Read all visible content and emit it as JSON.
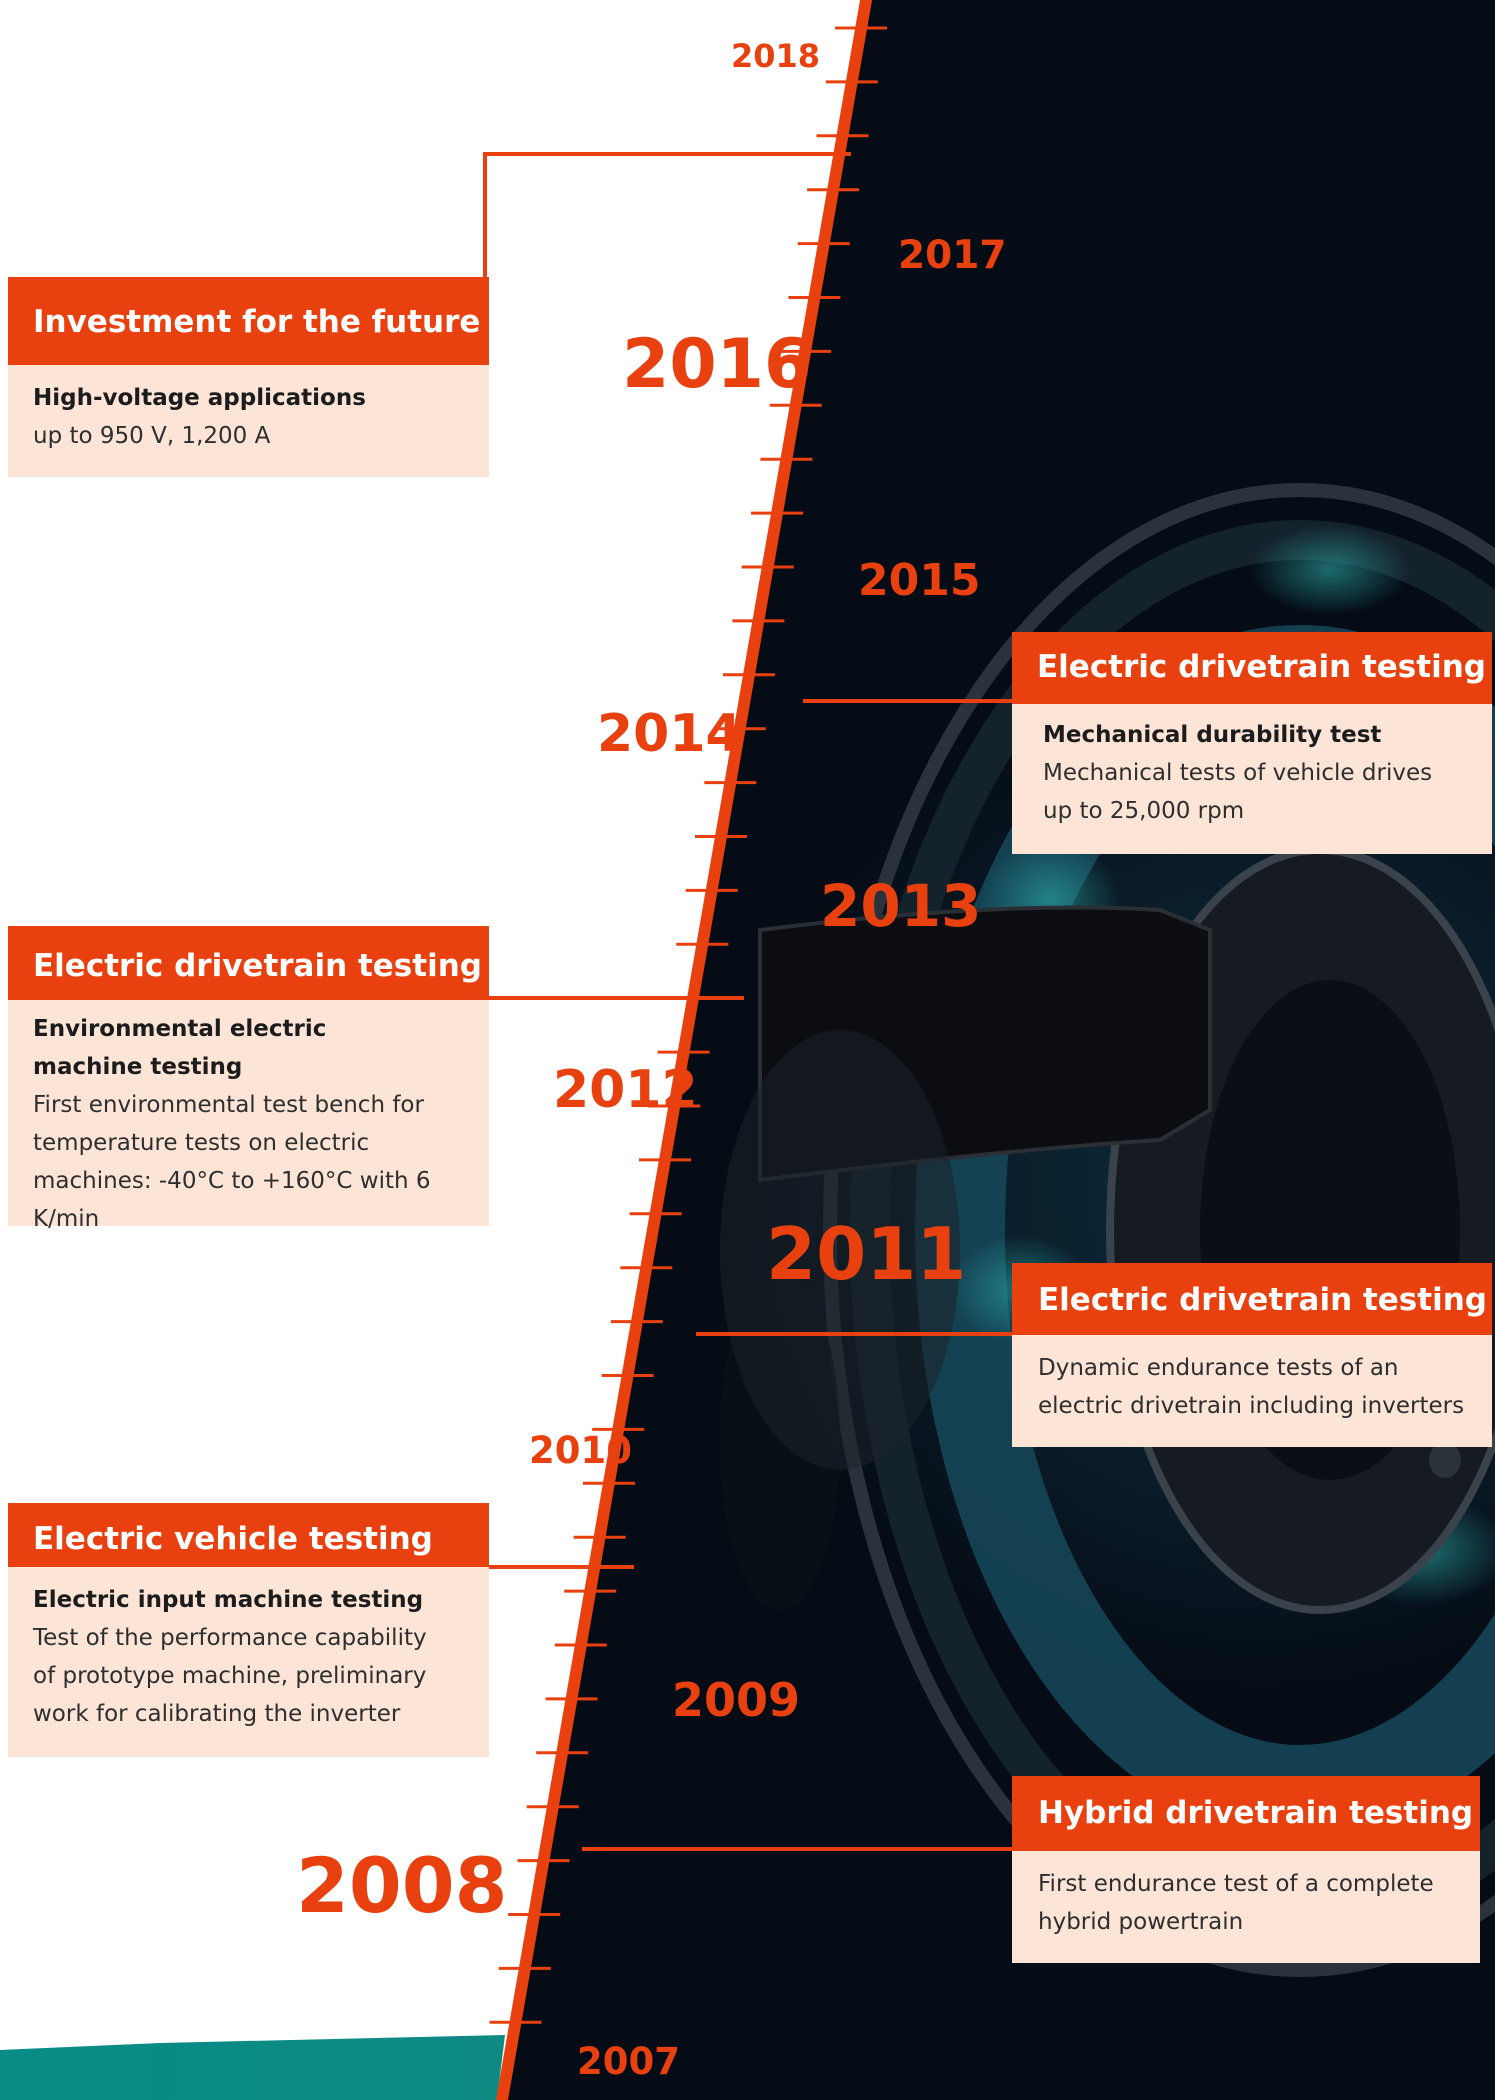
{
  "colors": {
    "accent": "#e8410f",
    "card_body": "#fce5d7",
    "dark_background": "#050c16",
    "teal_band": "#0b8a84"
  },
  "years": [
    "2018",
    "2017",
    "2016",
    "2015",
    "2014",
    "2013",
    "2012",
    "2011",
    "2010",
    "2009",
    "2008",
    "2007"
  ],
  "milestones": [
    {
      "category": "Investment for the future",
      "title": "High-voltage applications",
      "description": "up to 950 V, 1,200 A"
    },
    {
      "category": "Electric drivetrain testing",
      "title": "Mechanical durability test",
      "description": "Mechanical tests of vehicle drives up to 25,000 rpm"
    },
    {
      "category": "Electric drivetrain testing",
      "title": "Environmental electric machine testing",
      "description": "First environmental test bench for temperature tests on electric machines: -40°C to +160°C with 6 K/min"
    },
    {
      "category": "Electric drivetrain testing",
      "title": "",
      "description": "Dynamic endurance tests of an electric drivetrain including inverters"
    },
    {
      "category": "Electric vehicle testing",
      "title": "Electric input machine testing",
      "description": "Test of the performance capability of prototype machine, preliminary work for calibrating the inverter"
    },
    {
      "category": "Hybrid drivetrain testing",
      "title": "",
      "description": "First endurance test of a complete hybrid powertrain"
    }
  ]
}
